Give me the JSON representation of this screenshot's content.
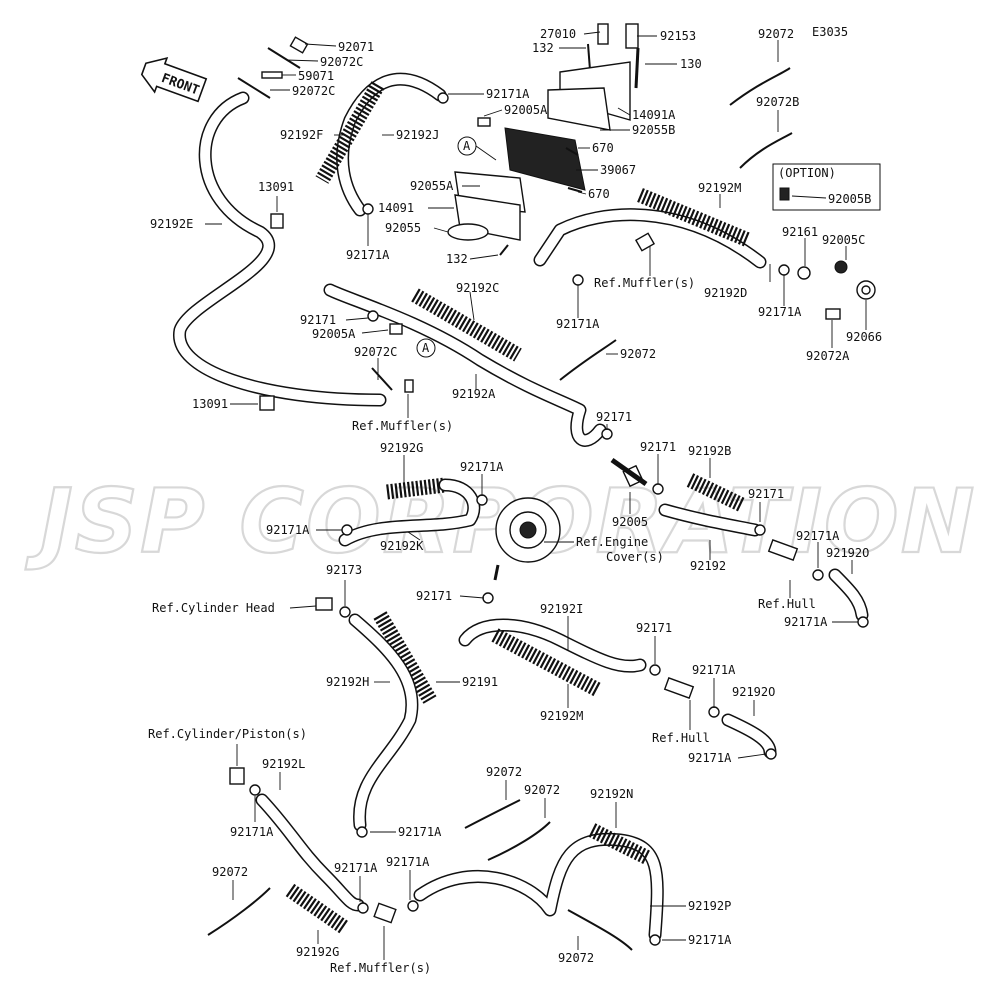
{
  "diagram_code": "E3035",
  "watermark": "JSP CORPORATION",
  "front_arrow": "FRONT",
  "option_box": {
    "title": "(OPTION)",
    "part": "92005B"
  },
  "ref_markers": [
    "A",
    "A"
  ],
  "labels": {
    "p92071": "92071",
    "p92072C_1": "92072C",
    "p59071": "59071",
    "p92072C_2": "92072C",
    "p92192F": "92192F",
    "p92192J": "92192J",
    "p92171A_top": "92171A",
    "p92005A_top": "92005A",
    "p13091_top": "13091",
    "p92192E": "92192E",
    "p27010": "27010",
    "p132_top": "132",
    "p92153": "92153",
    "p130": "130",
    "p14091A": "14091A",
    "p92055B": "92055B",
    "p670_1": "670",
    "p39067": "39067",
    "p92055A": "92055A",
    "p670_2": "670",
    "p14091": "14091",
    "p92055": "92055",
    "p132_bot": "132",
    "p92171A_mid": "92171A",
    "p92072_tr": "92072",
    "p92072B": "92072B",
    "p92192M_top": "92192M",
    "p92161": "92161",
    "p92005C": "92005C",
    "ref_muffler_1": "Ref.Muffler(s)",
    "p92192D": "92192D",
    "p92171A_r1": "92171A",
    "p92171A_r2": "92171A",
    "p92066": "92066",
    "p92072A": "92072A",
    "p92192C": "92192C",
    "p92171_a": "92171",
    "p92005A_mid": "92005A",
    "p92072C_3": "92072C",
    "p92192A": "92192A",
    "p92072_mid": "92072",
    "p13091_bot": "13091",
    "ref_muffler_2": "Ref.Muffler(s)",
    "p92171_b": "92171",
    "p92171_c": "92171",
    "p92192B": "92192B",
    "p92192G_top": "92192G",
    "p92171A_g": "92171A",
    "p92171A_left": "92171A",
    "p92192K": "92192K",
    "ref_engine_cover": "Ref.Engine",
    "ref_engine_cover2": "Cover(s)",
    "p92005": "92005",
    "p92192": "92192",
    "p92171_d": "92171",
    "p92171A_o1": "92171A",
    "p92192O_1": "92192O",
    "ref_hull_1": "Ref.Hull",
    "p92171A_o2": "92171A",
    "p92173": "92173",
    "ref_cyl_head": "Ref.Cylinder Head",
    "p92171_e": "92171",
    "p92192I": "92192I",
    "p92171_f": "92171",
    "p92192H": "92192H",
    "p92191": "92191",
    "p92192M_bot": "92192M",
    "p92171A_h": "92171A",
    "p92192O_2": "92192O",
    "ref_hull_2": "Ref.Hull",
    "p92171A_o3": "92171A",
    "ref_cyl_piston": "Ref.Cylinder/Piston(s)",
    "p92192L": "92192L",
    "p92171A_l": "92171A",
    "p92072_b1": "92072",
    "p92072_b2": "92072",
    "p92192N": "92192N",
    "p92171A_b1": "92171A",
    "p92072_b3": "92072",
    "p92171A_b2": "92171A",
    "p92171A_b3": "92171A",
    "p92192P": "92192P",
    "p92192G_bot": "92192G",
    "ref_muffler_3": "Ref.Muffler(s)",
    "p92171A_b4": "92171A",
    "p92072_b4": "92072"
  }
}
